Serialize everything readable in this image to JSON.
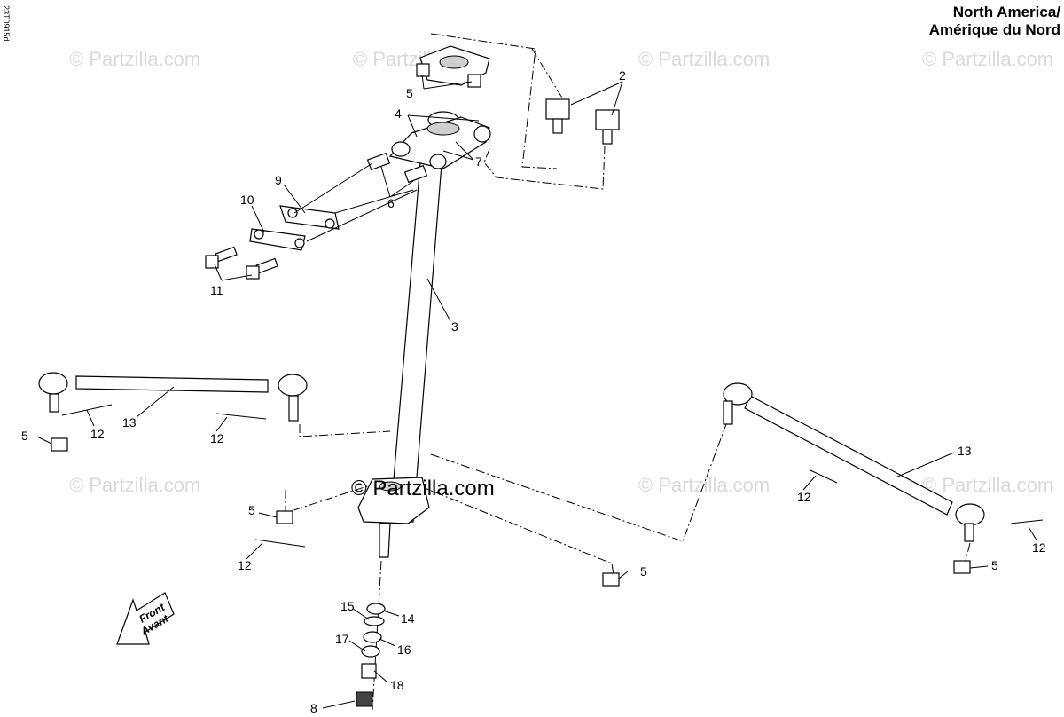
{
  "header": {
    "region_line1": "North America/",
    "region_line2": "Amérique du Nord",
    "ref_code": "23T0915d"
  },
  "watermark": {
    "faded_text": "© Partzilla.com",
    "main_text": "© Partzilla.com"
  },
  "front_arrow": {
    "line1": "Front",
    "line2": "Avant"
  },
  "callouts": {
    "c2": "2",
    "c3": "3",
    "c4": "4",
    "c5a": "5",
    "c5b": "5",
    "c5c": "5",
    "c5d": "5",
    "c5e": "5",
    "c6": "6",
    "c7": "7",
    "c8": "8",
    "c9": "9",
    "c10": "10",
    "c11": "11",
    "c12a": "12",
    "c12b": "12",
    "c12c": "12",
    "c12d": "12",
    "c12e": "12",
    "c13a": "13",
    "c13b": "13",
    "c14": "14",
    "c15": "15",
    "c16": "16",
    "c17": "17",
    "c18": "18"
  }
}
